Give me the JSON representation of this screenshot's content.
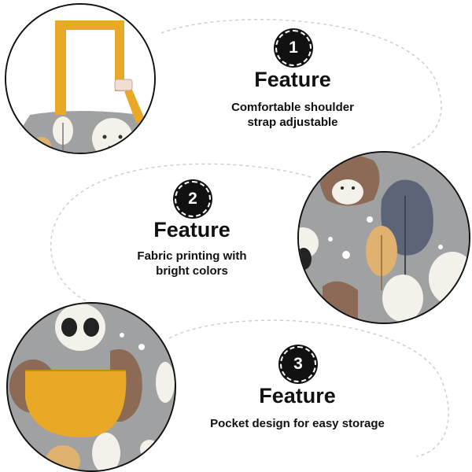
{
  "features": [
    {
      "number": "1",
      "title": "Feature",
      "line1": "Comfortable shoulder",
      "line2": "strap adjustable",
      "photo_alt": "Shoulder strap close-up"
    },
    {
      "number": "2",
      "title": "Feature",
      "line1": "Fabric printing with",
      "line2": "bright colors",
      "photo_alt": "Printed fabric close-up"
    },
    {
      "number": "3",
      "title": "Feature",
      "line1": "Pocket design for easy storage",
      "line2": "",
      "photo_alt": "Pocket close-up"
    }
  ],
  "colors": {
    "fabric": "#9fa1a3",
    "mustard": "#e9a927",
    "bear_brown": "#8c6a55",
    "tree_blue": "#5b6577",
    "cream": "#f4f1ea"
  }
}
